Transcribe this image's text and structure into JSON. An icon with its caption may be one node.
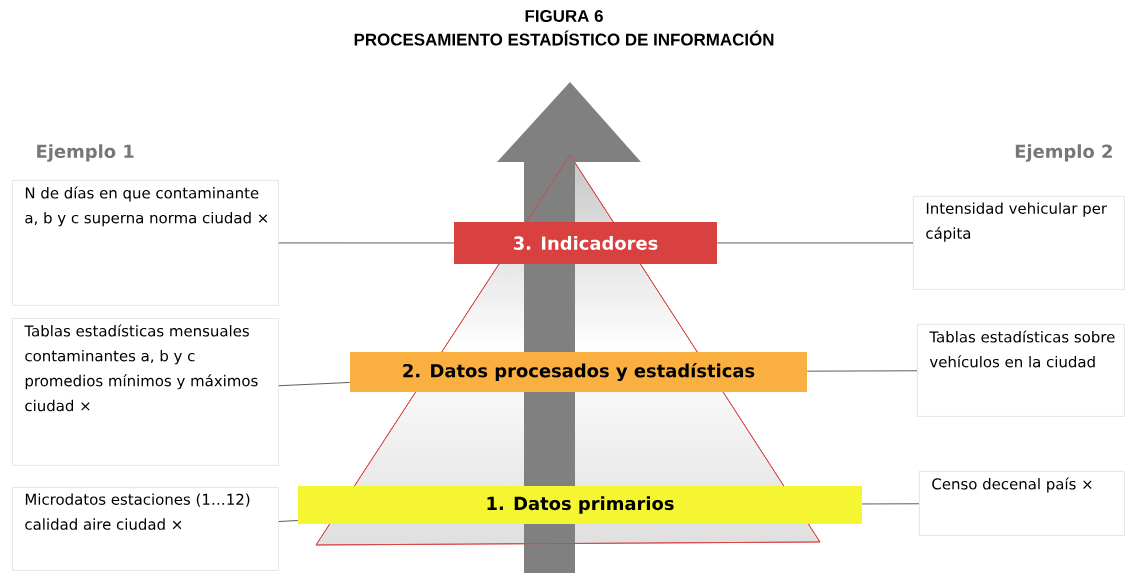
{
  "diagram": {
    "title": "FIGURA 6",
    "nodes": [
      {
        "text": [
          "N de días en que contaminante a, b y c superna norma ciudad ×"
        ]
      },
      {
        "text": [
          "Tablas estadísticas mensuales contaminantes a, b y c promedios mínimos y máximos ciudad ×"
        ]
      },
      {
        "text": [
          "Microdatos estaciones (1…12) calidad aire ciudad ×"
        ]
      },
      {
        "text": [
          "3. Indicadores"
        ]
      },
      {
        "text": [
          "2. Datos procesados y estadísticas"
        ]
      },
      {
        "text": [
          "1. Datos primarios"
        ]
      },
      {
        "text": [
          "Intensidad vehicular per cápita"
        ]
      },
      {
        "text": [
          "Tablas estadísticas sobre vehículos en la ciudad"
        ]
      },
      {
        "text": [
          "Censo decenal país ×"
        ]
      }
    ],
    "edges": [
      {
        "from": 0,
        "to": 3,
        "arrow": "none"
      },
      {
        "from": 1,
        "to": 4,
        "arrow": "none"
      },
      {
        "from": 2,
        "to": 5,
        "arrow": "none"
      },
      {
        "from": 3,
        "to": 6,
        "arrow": "none"
      },
      {
        "from": 4,
        "to": 7,
        "arrow": "none"
      },
      {
        "from": 5,
        "to": 8,
        "arrow": "none"
      }
    ],
    "labels": [
      "PROCESAMIENTO ESTADÍSTICO DE INFORMACIÓN",
      "Ejemplo 1",
      "Ejemplo 2"
    ]
  }
}
